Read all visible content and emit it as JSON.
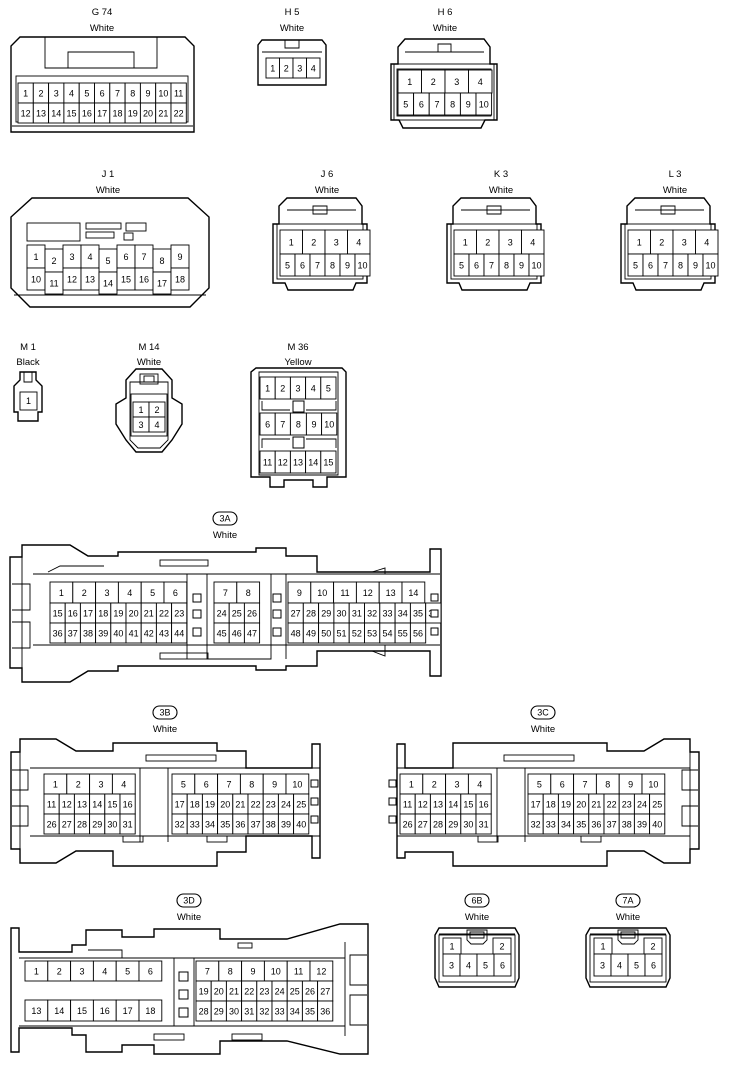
{
  "connectors": [
    {
      "key": "g74",
      "id": "G 74",
      "color": "White"
    },
    {
      "key": "h5",
      "id": "H 5",
      "color": "White"
    },
    {
      "key": "h6",
      "id": "H 6",
      "color": "White"
    },
    {
      "key": "j1",
      "id": "J 1",
      "color": "White"
    },
    {
      "key": "j6",
      "id": "J 6",
      "color": "White"
    },
    {
      "key": "k3",
      "id": "K 3",
      "color": "White"
    },
    {
      "key": "l3",
      "id": "L 3",
      "color": "White"
    },
    {
      "key": "m1",
      "id": "M 1",
      "color": "Black"
    },
    {
      "key": "m14",
      "id": "M 14",
      "color": "White"
    },
    {
      "key": "m36",
      "id": "M 36",
      "color": "Yellow"
    },
    {
      "key": "c3a",
      "id": "3A",
      "color": "White"
    },
    {
      "key": "c3b",
      "id": "3B",
      "color": "White"
    },
    {
      "key": "c3c",
      "id": "3C",
      "color": "White"
    },
    {
      "key": "c3d",
      "id": "3D",
      "color": "White"
    },
    {
      "key": "c6b",
      "id": "6B",
      "color": "White"
    },
    {
      "key": "c7a",
      "id": "7A",
      "color": "White"
    }
  ]
}
